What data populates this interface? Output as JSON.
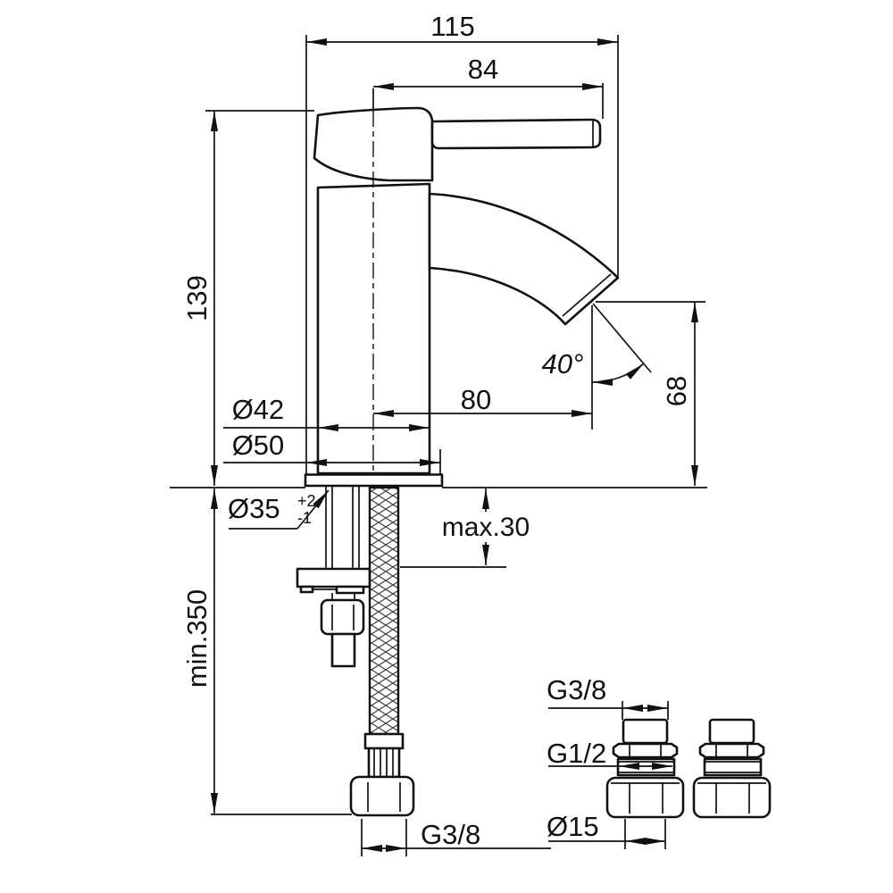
{
  "drawing_title": "single-lever basin mixer dimensional drawing",
  "dims": {
    "overall_width": "115",
    "lever_length": "84",
    "body_height": "139",
    "body_diameter": "Ø42",
    "base_diameter": "Ø50",
    "spout_reach": "80",
    "spout_angle": "40°",
    "outlet_height": "68",
    "hole_diameter": "Ø35",
    "hole_tol_plus": "+2",
    "hole_tol_minus": "-1",
    "deck_max_thickness": "max.30",
    "hose_min_length": "min.350",
    "hose_thread": "G3/8",
    "adapter_top_thread": "G3/8",
    "adapter_mid_thread": "G1/2",
    "adapter_pipe_diameter": "Ø15"
  }
}
